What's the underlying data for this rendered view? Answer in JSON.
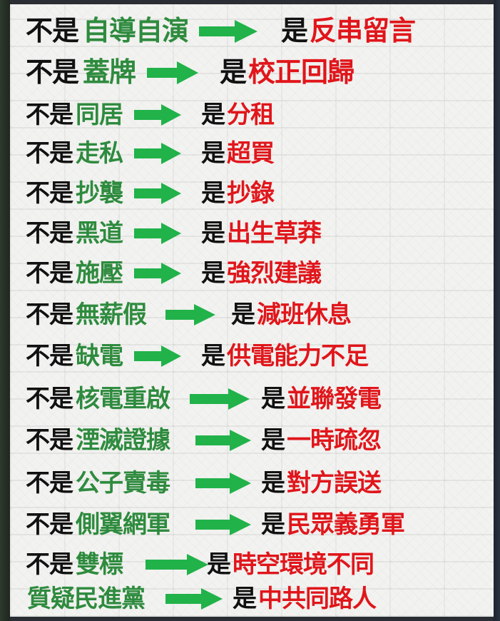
{
  "colors": {
    "negation": "#111111",
    "left_term": "#2e8b3e",
    "right_term": "#e0161b",
    "arrow": "#21b24a"
  },
  "rows": [
    {
      "neg": "不是",
      "left": "自導自演",
      "is": "是",
      "right": "反串留言"
    },
    {
      "neg": "不是",
      "left": "蓋牌",
      "is": "是",
      "right": "校正回歸"
    },
    {
      "neg": "不是",
      "left": "同居",
      "is": "是",
      "right": "分租"
    },
    {
      "neg": "不是",
      "left": "走私",
      "is": "是",
      "right": "超買"
    },
    {
      "neg": "不是",
      "left": "抄襲",
      "is": "是",
      "right": "抄錄"
    },
    {
      "neg": "不是",
      "left": "黑道",
      "is": "是",
      "right": "出生草莽"
    },
    {
      "neg": "不是",
      "left": "施壓",
      "is": "是",
      "right": "強烈建議"
    },
    {
      "neg": "不是",
      "left": "無薪假",
      "is": "是",
      "right": "減班休息"
    },
    {
      "neg": "不是",
      "left": "缺電",
      "is": "是",
      "right": "供電能力不足"
    },
    {
      "neg": "不是",
      "left": "核電重啟",
      "is": "是",
      "right": "並聯發電"
    },
    {
      "neg": "不是",
      "left": "湮滅證據",
      "is": "是",
      "right": "一時疏忽"
    },
    {
      "neg": "不是",
      "left": "公子賣毒",
      "is": "是",
      "right": "對方誤送"
    },
    {
      "neg": "不是",
      "left": "側翼網軍",
      "is": "是",
      "right": "民眾義勇軍"
    },
    {
      "neg": "不是",
      "left": "雙標",
      "is": "是",
      "right": "時空環境不同"
    },
    {
      "neg": "",
      "left": "質疑民進黨",
      "is": "是",
      "right": "中共同路人"
    }
  ]
}
